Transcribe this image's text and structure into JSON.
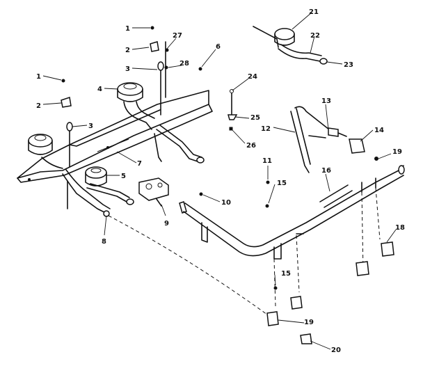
{
  "diagram": {
    "callouts": {
      "c1a": "1",
      "c2a": "2",
      "c3a": "3",
      "c27": "27",
      "c28": "28",
      "c6": "6",
      "c1b": "1",
      "c2b": "2",
      "c3b": "3",
      "c4": "4",
      "c5": "5",
      "c7": "7",
      "c8": "8",
      "c9": "9",
      "c10": "10",
      "c11": "11",
      "c12": "12",
      "c13": "13",
      "c14": "14",
      "c15a": "15",
      "c15b": "15",
      "c16": "16",
      "c18": "18",
      "c19a": "19",
      "c19b": "19",
      "c20": "20",
      "c21": "21",
      "c22": "22",
      "c23": "23",
      "c24": "24",
      "c25": "25",
      "c26": "26"
    }
  }
}
